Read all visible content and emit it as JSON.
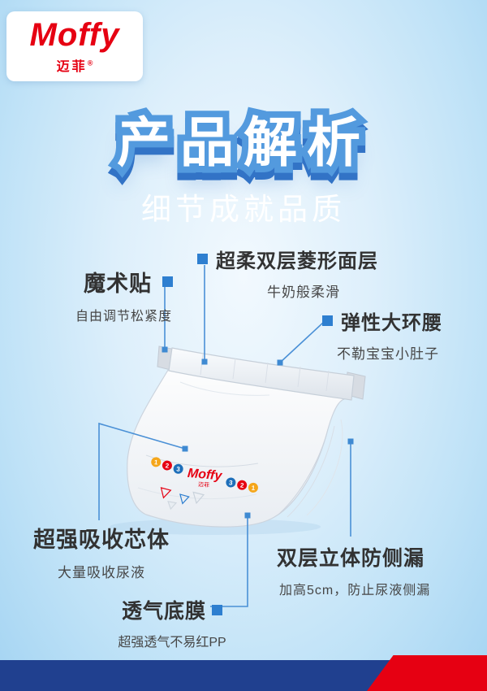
{
  "brand": {
    "logo_text": "Moffy",
    "logo_sub": "迈菲",
    "registered": "®"
  },
  "header": {
    "title": "产品解析",
    "subtitle": "细节成就品质"
  },
  "callouts": {
    "surface": {
      "title": "超柔双层菱形面层",
      "desc": "牛奶般柔滑"
    },
    "magic_tape": {
      "title": "魔术贴",
      "desc": "自由调节松紧度"
    },
    "waistband": {
      "title": "弹性大环腰",
      "desc": "不勒宝宝小肚子"
    },
    "core": {
      "title": "超强吸收芯体",
      "desc": "大量吸收尿液"
    },
    "leak_guard": {
      "title": "双层立体防侧漏",
      "desc": "加高5cm，防止尿液侧漏"
    },
    "bottom_film": {
      "title": "透气底膜",
      "desc": "超强透气不易红PP"
    }
  },
  "diaper": {
    "brand": "Moffy",
    "brand_sub": "迈菲",
    "left_numbers": [
      "1",
      "2",
      "3"
    ],
    "right_numbers": [
      "3",
      "2",
      "1"
    ]
  },
  "colors": {
    "accent_blue": "#4a90d6",
    "bullet_blue": "#2e7fd0",
    "brand_red": "#e60012",
    "footer_navy": "#20408f",
    "title_outline": "#539ade",
    "title_depth": "#3273c6"
  }
}
